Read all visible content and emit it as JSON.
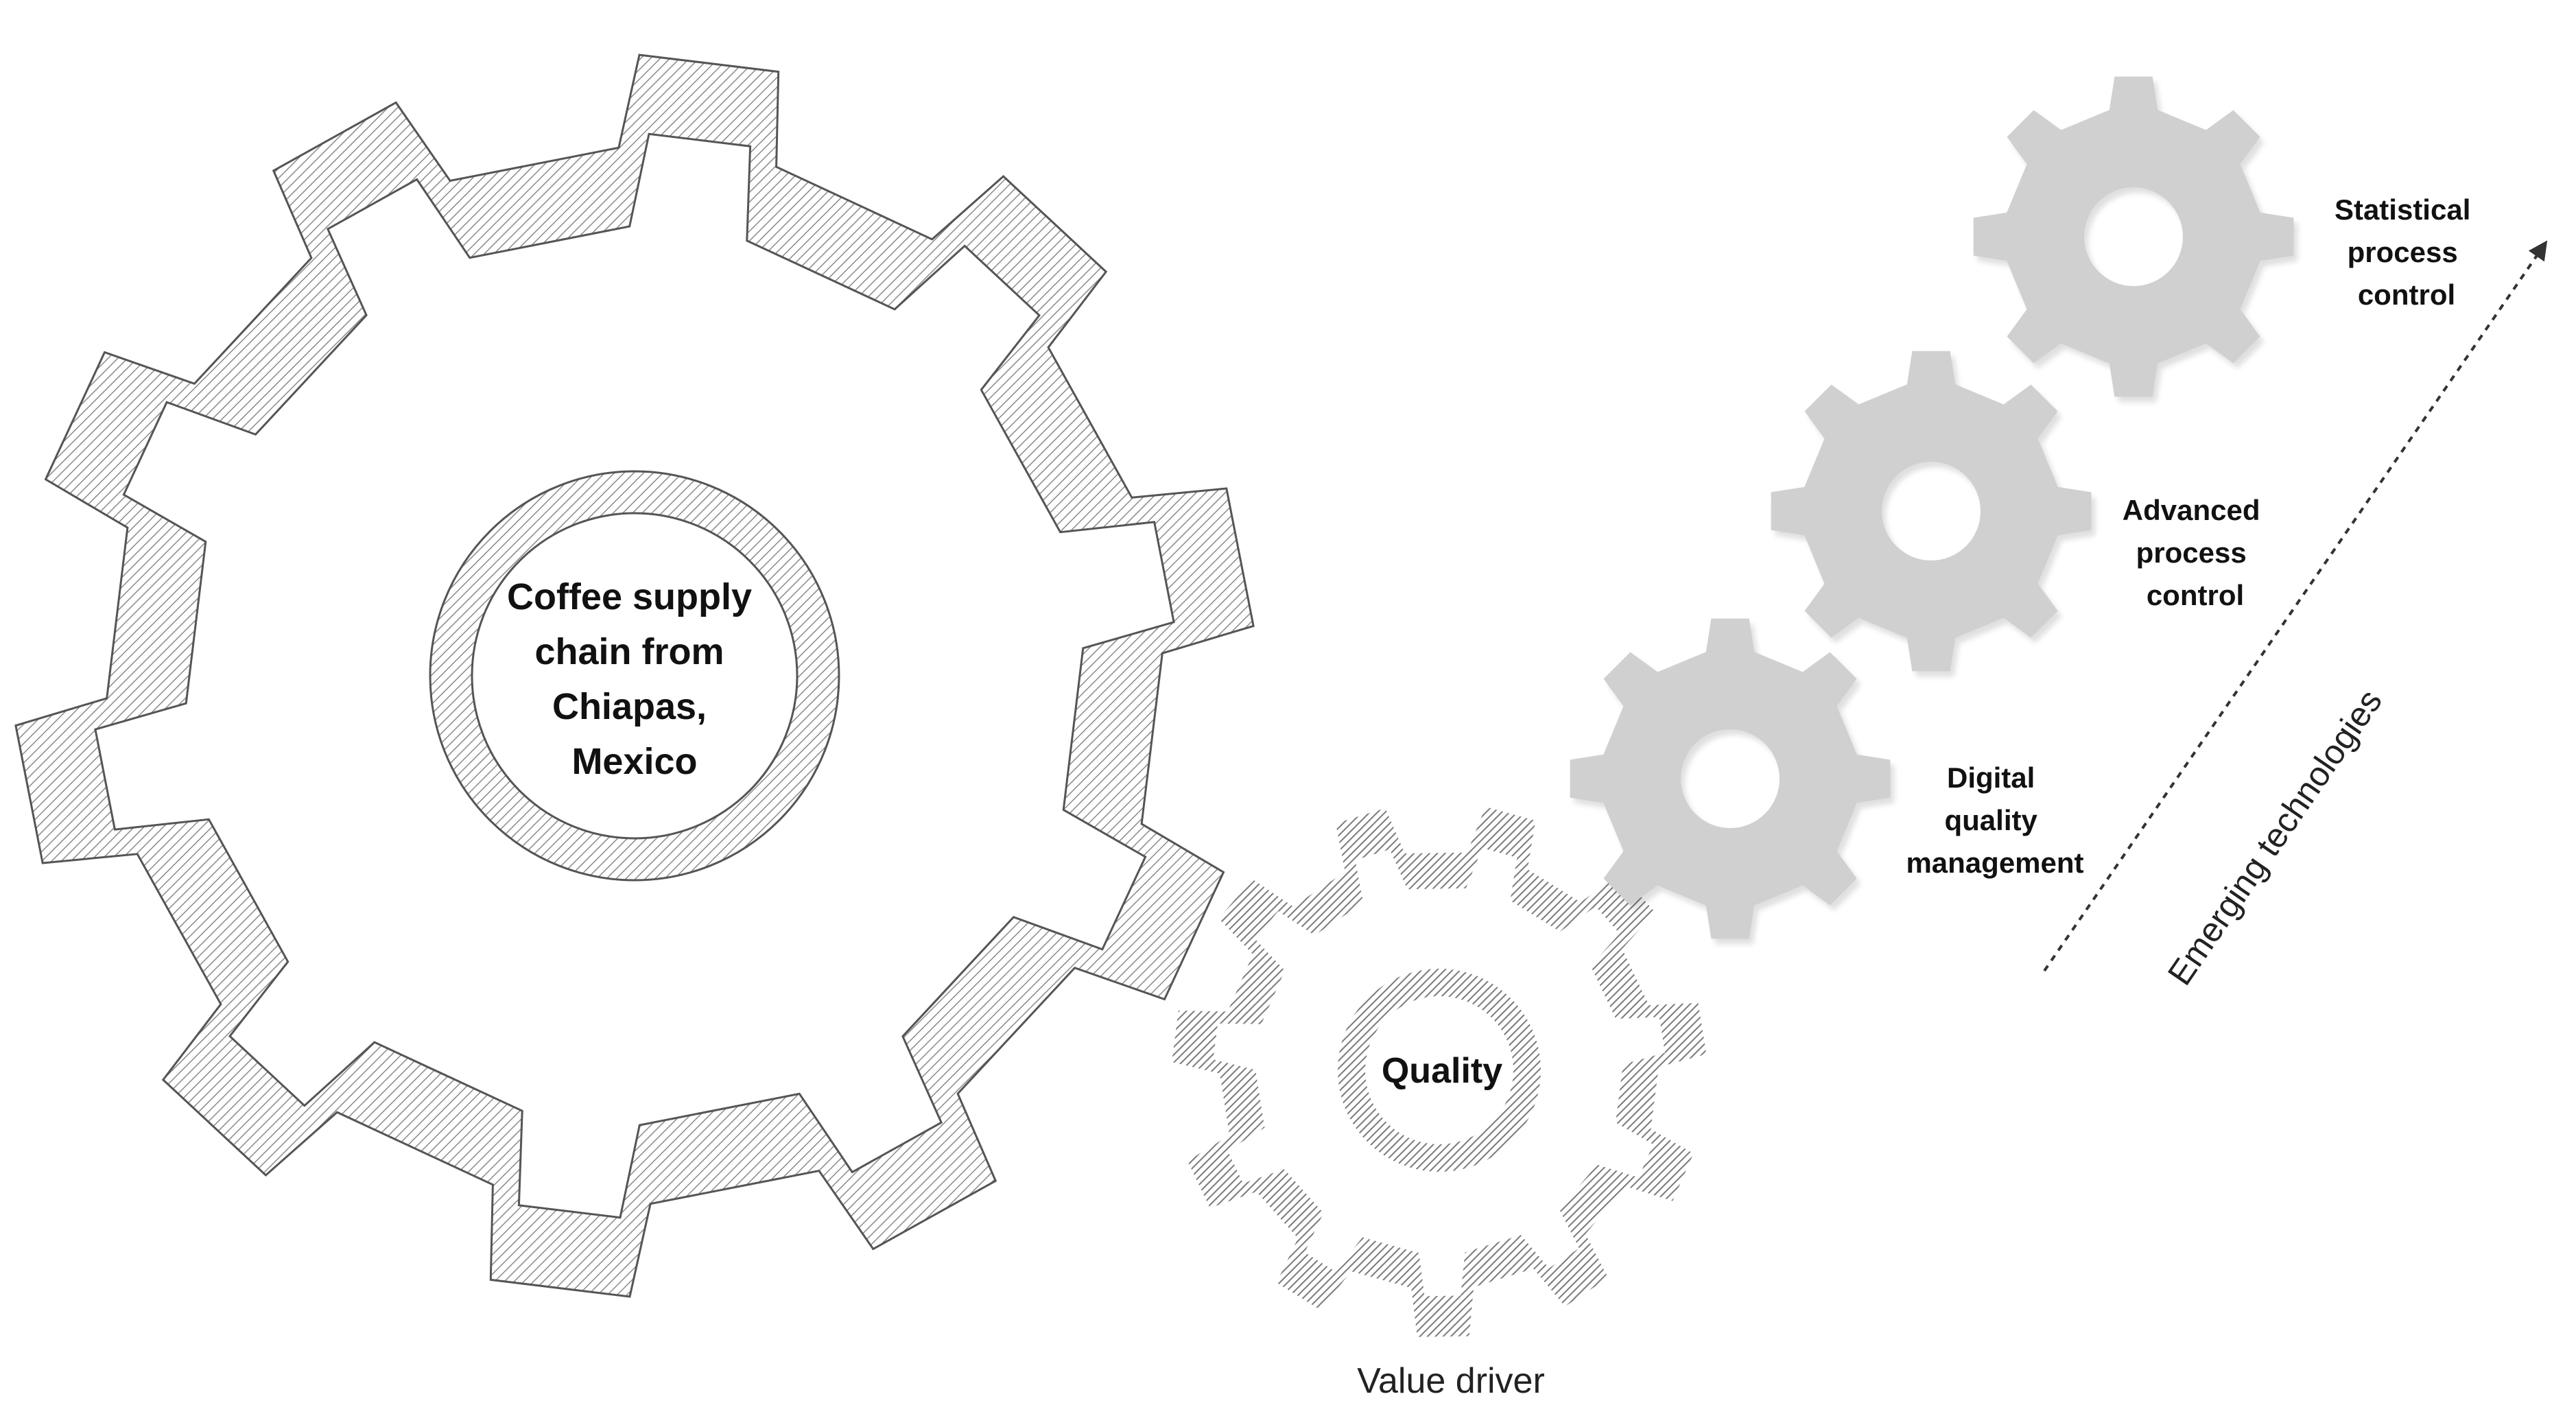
{
  "main_gear": {
    "label_lines": [
      "Coffee supply",
      "chain from",
      "Chiapas,",
      "Mexico"
    ]
  },
  "quality_gear": {
    "label": "Quality",
    "caption": "Value driver"
  },
  "tech_gears": [
    {
      "label_lines": [
        "Digital",
        "quality",
        "management"
      ]
    },
    {
      "label_lines": [
        "Advanced",
        "process",
        "control"
      ]
    },
    {
      "label_lines": [
        "Statistical",
        "process",
        "control"
      ]
    }
  ],
  "arrow": {
    "label": "Emerging technologies"
  },
  "colors": {
    "outline": "#555555",
    "hatch": "#8a8a8a",
    "tech_gear_fill": "#d0d0d0",
    "background": "#ffffff"
  },
  "icons": [
    "gear-icon",
    "arrow-icon"
  ]
}
